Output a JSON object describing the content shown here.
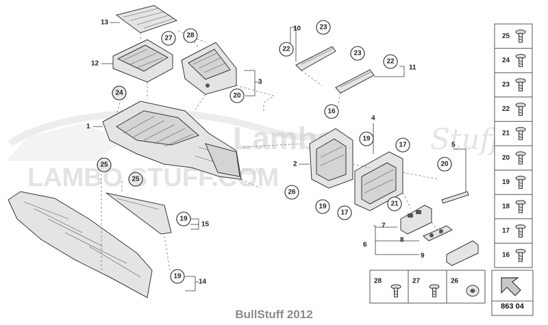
{
  "watermark": {
    "brand": "Lambo",
    "brand_script": "Stuff",
    "site": "LAMBO  STUFF.COM",
    "tagline": "by JBW"
  },
  "footer": {
    "text": "BullStuff 2012"
  },
  "diagram_id": "863 04",
  "callouts": {
    "c27": "27",
    "c28": "28",
    "c24": "24",
    "c20a": "20",
    "c22a": "22",
    "c23a": "23",
    "c23b": "23",
    "c22b": "22",
    "c16": "16",
    "c19a": "19",
    "c17a": "17",
    "c20b": "20",
    "c25a": "25",
    "c25b": "25",
    "c26": "26",
    "c19b": "19",
    "c17b": "17",
    "c21": "21",
    "c19c": "19",
    "c19d": "19"
  },
  "part_labels": {
    "p13": "13",
    "p12": "12",
    "p3": "3",
    "p1": "1",
    "p10": "10",
    "p11": "11",
    "p4": "4",
    "p2": "2",
    "p5": "5",
    "p15": "15",
    "p14": "14",
    "p7": "7",
    "p6": "6",
    "p8": "8",
    "p9": "9"
  },
  "fastener_panel": [
    {
      "num": "25",
      "icon": "push-clip-icon"
    },
    {
      "num": "24",
      "icon": "expanding-rivet-icon"
    },
    {
      "num": "23",
      "icon": "screw-icon"
    },
    {
      "num": "22",
      "icon": "spring-nut-icon"
    },
    {
      "num": "21",
      "icon": "bolt-icon"
    },
    {
      "num": "20",
      "icon": "bracket-clip-icon"
    },
    {
      "num": "19",
      "icon": "clip-nut-icon"
    },
    {
      "num": "18",
      "icon": "retaining-clip-icon"
    },
    {
      "num": "17",
      "icon": "torx-screw-icon"
    },
    {
      "num": "16",
      "icon": "flange-screw-icon"
    }
  ],
  "bottom_panel": [
    {
      "num": "28",
      "icon": "screw-icon"
    },
    {
      "num": "27",
      "icon": "washer-screw-icon"
    },
    {
      "num": "26",
      "icon": "grommet-icon"
    }
  ]
}
